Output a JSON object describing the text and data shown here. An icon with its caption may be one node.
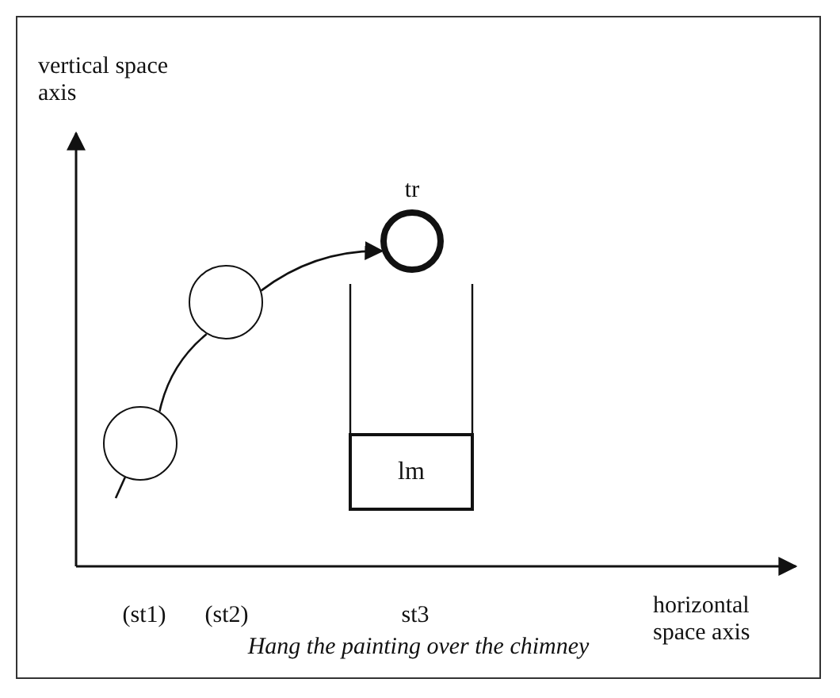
{
  "diagram": {
    "caption": "Hang the painting over the chimney",
    "nodes": [
      {
        "text": [],
        "shape": "circle"
      },
      {
        "text": [],
        "shape": "circle"
      },
      {
        "text": [
          "tr"
        ]
      },
      {
        "text": [
          "lm"
        ]
      }
    ],
    "edges": [
      {
        "from": null,
        "to": 0,
        "arrow": "none"
      },
      {
        "from": 0,
        "to": 1,
        "arrow": "none"
      },
      {
        "from": 1,
        "to": 2,
        "arrow": "to"
      }
    ],
    "labels": [
      "vertical space axis",
      "(st1)",
      "(st2)",
      "st3",
      "horizontal space axis"
    ]
  }
}
